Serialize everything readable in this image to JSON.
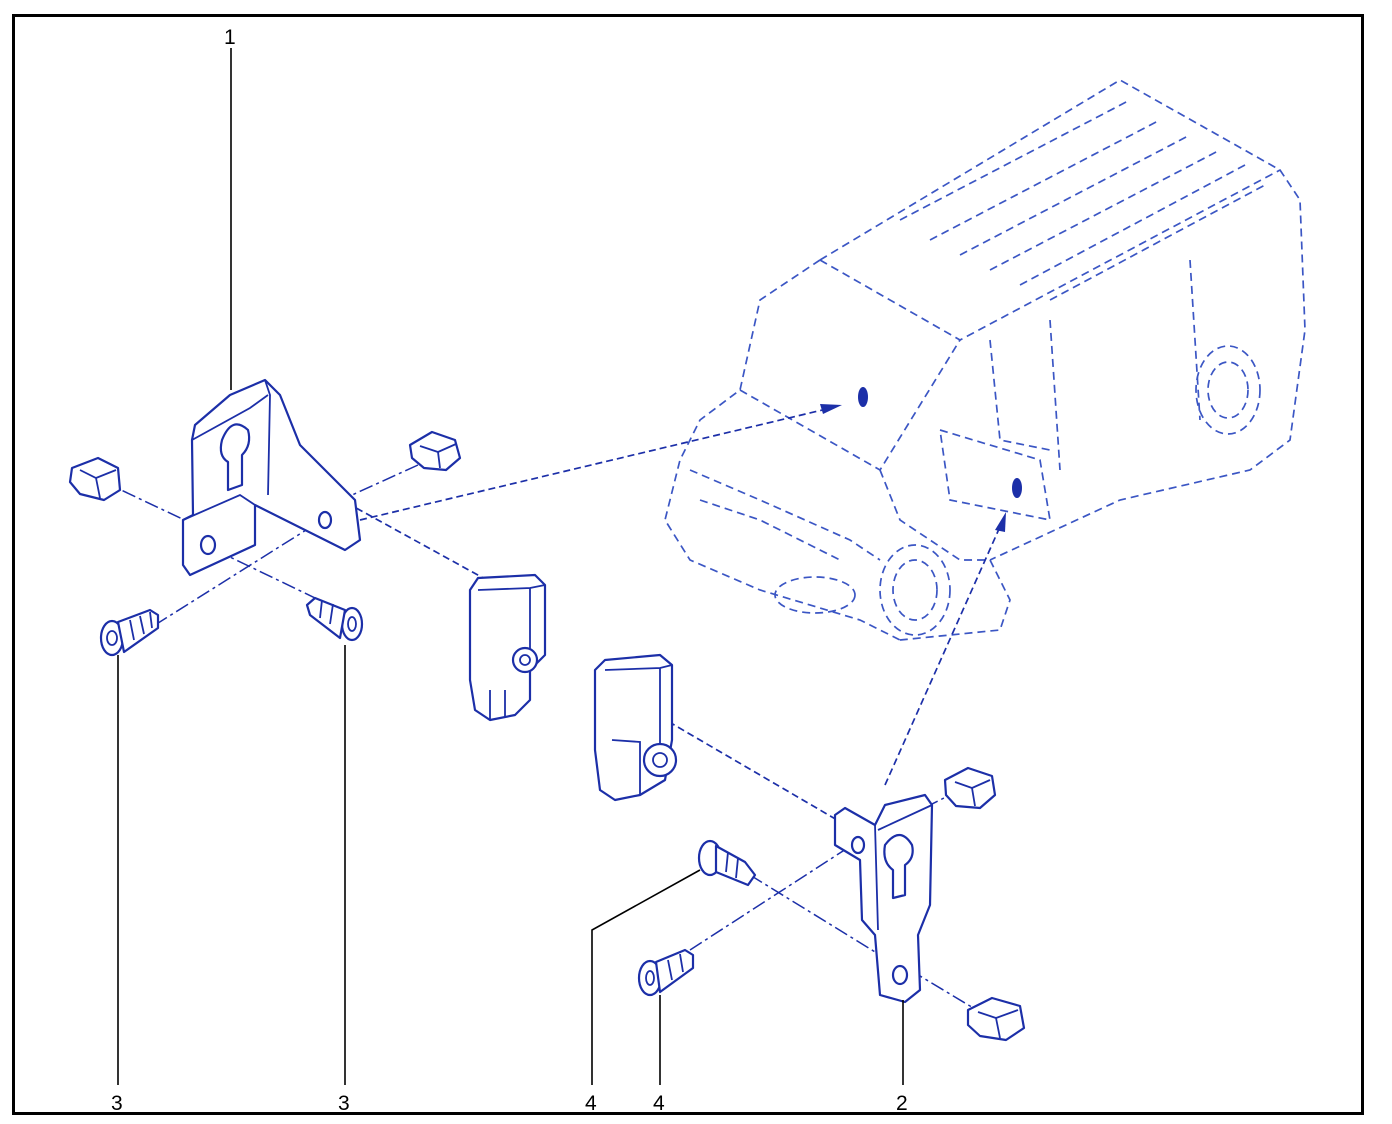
{
  "callouts": {
    "c1": "1",
    "c2": "2",
    "c3a": "3",
    "c3b": "3",
    "c4a": "4",
    "c4b": "4"
  },
  "colors": {
    "linework": "#1c2fa8",
    "vehicle": "#3b56c4",
    "labels": "#000000",
    "frame": "#000000"
  }
}
